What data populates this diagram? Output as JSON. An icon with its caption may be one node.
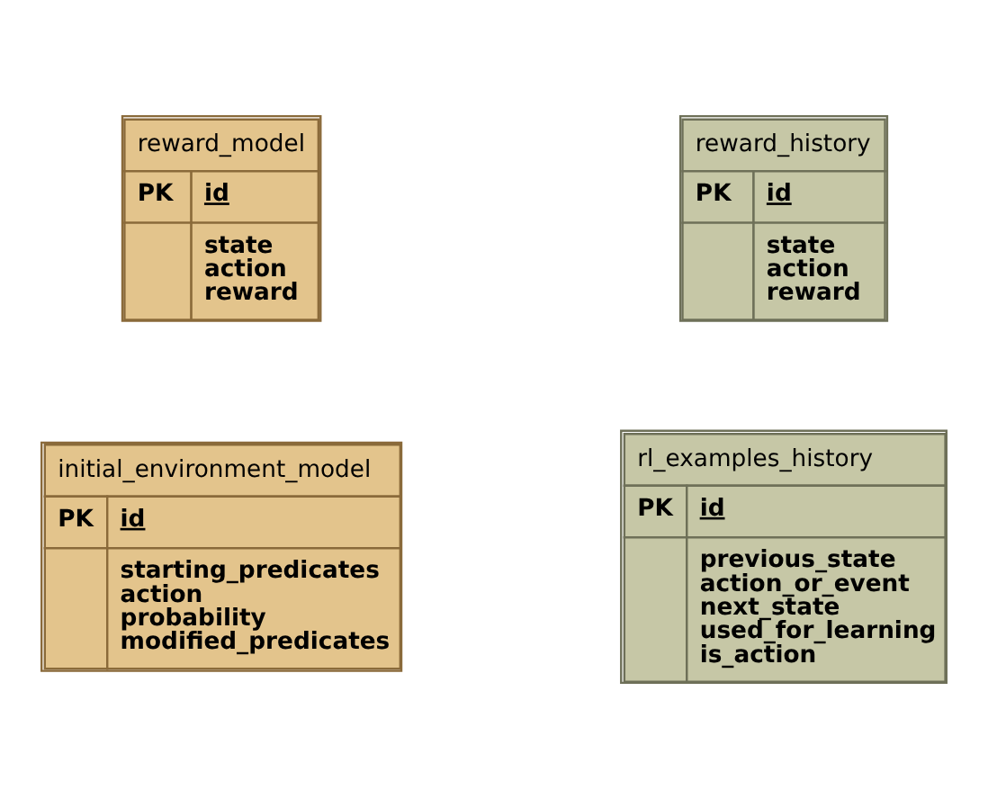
{
  "diagram": {
    "nodes": [
      {
        "text": [
          "reward_model",
          "PK",
          "id",
          "state action reward"
        ]
      },
      {
        "text": [
          "reward_history",
          "PK",
          "id",
          "state action reward"
        ]
      },
      {
        "text": [
          "initial_environment_model",
          "PK",
          "id",
          "starting_predicates action probability modified_predicates"
        ]
      },
      {
        "text": [
          "rl_examples_history",
          "PK",
          "id",
          "previous_state action_or_event next_state used_for_learning is_action"
        ]
      }
    ]
  }
}
